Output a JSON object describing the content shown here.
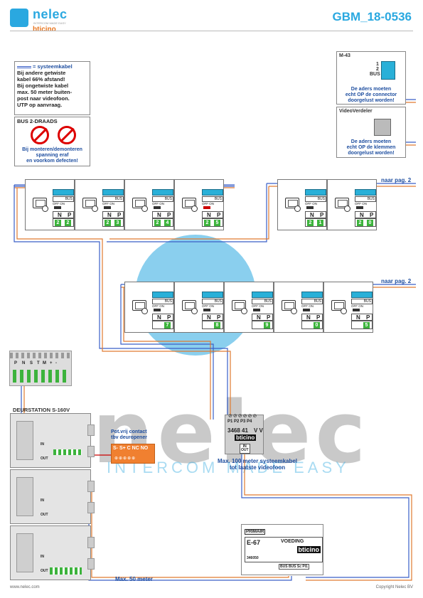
{
  "header": {
    "brand": "nelec",
    "tagline": "INTERCOM MADE EASY",
    "brand2": "bticino",
    "code": "GBM_18-0536"
  },
  "info": {
    "legend": "= systeemkabel",
    "lines": [
      "Bij andere getwiste",
      "kabel 66% afstand!",
      "Bij ongetwiste kabel",
      "max. 50 meter buiten-",
      "post naar videofoon.",
      "UTP op aanvraag."
    ]
  },
  "bus2": {
    "title": "BUS 2-DRAADS",
    "warn1": "Bij monteren/demonteren",
    "warn2": "spanning eraf",
    "warn3": "en voorkom defecten!"
  },
  "m43": {
    "title": "M-43",
    "t1": "1",
    "t2": "2",
    "bus": "BUS",
    "note1": "De aders moeten",
    "note2": "echt OP de connector",
    "note3": "doorgelust worden!"
  },
  "videoverdeler": {
    "title": "VideoVerdeler",
    "note1": "De aders moeten",
    "note2": "echt OP de klemmen",
    "note3": "doorgelust worden!"
  },
  "unit_labels": {
    "bus": "BUS",
    "offon": "OFF ON",
    "n": "N",
    "p": "P"
  },
  "row1": [
    [
      "2",
      "2"
    ],
    [
      "2",
      "3"
    ],
    [
      "2",
      "4"
    ],
    [
      "2",
      "5"
    ]
  ],
  "row2": [
    [
      "2",
      "1"
    ],
    [
      "2",
      "0"
    ]
  ],
  "row3": [
    [
      "",
      "7"
    ],
    [
      "",
      "8"
    ],
    [
      "",
      "9"
    ],
    [
      "",
      "0"
    ],
    [
      "",
      "5"
    ]
  ],
  "naar_pag": "naar pag. 2",
  "connector": {
    "labels": [
      "P",
      "N",
      "S",
      "T",
      "M",
      "+",
      "-"
    ]
  },
  "deurstation": {
    "title": "DEURSTATION S-160V",
    "in": "IN",
    "out": "OUT"
  },
  "relay": {
    "title1": "Pot.vrij contact",
    "title2": "tbv deuropener",
    "terms": "S- S+ C NC NO"
  },
  "distributor": {
    "ports": "P1 P2 P3 P4",
    "number": "3468 41",
    "vv": "V V",
    "brand": "bticino",
    "in": "IN",
    "out": "OUT"
  },
  "note_100": {
    "line1": "Max. 100 meter systeemkabel",
    "line2": "tot laatste videofoon"
  },
  "note_50": "Max. 50 meter",
  "psu": {
    "primair": "PRIMAIR",
    "name": "E-67",
    "voeding": "VOEDING",
    "brand": "bticino",
    "partno": "346050",
    "terms": "BUS BUS Sc PI1"
  },
  "watermark": {
    "brand": "nelec",
    "tagline": "INTERCOM MADE EASY"
  },
  "footer": {
    "left": "www.nelec.com",
    "right": "Copyright Nelec BV"
  },
  "colors": {
    "accent": "#2aa8e0",
    "wire_blue": "#3a5fc8",
    "wire_orange": "#e07a30",
    "green": "#3cb33c",
    "orange_relay": "#f08030"
  }
}
